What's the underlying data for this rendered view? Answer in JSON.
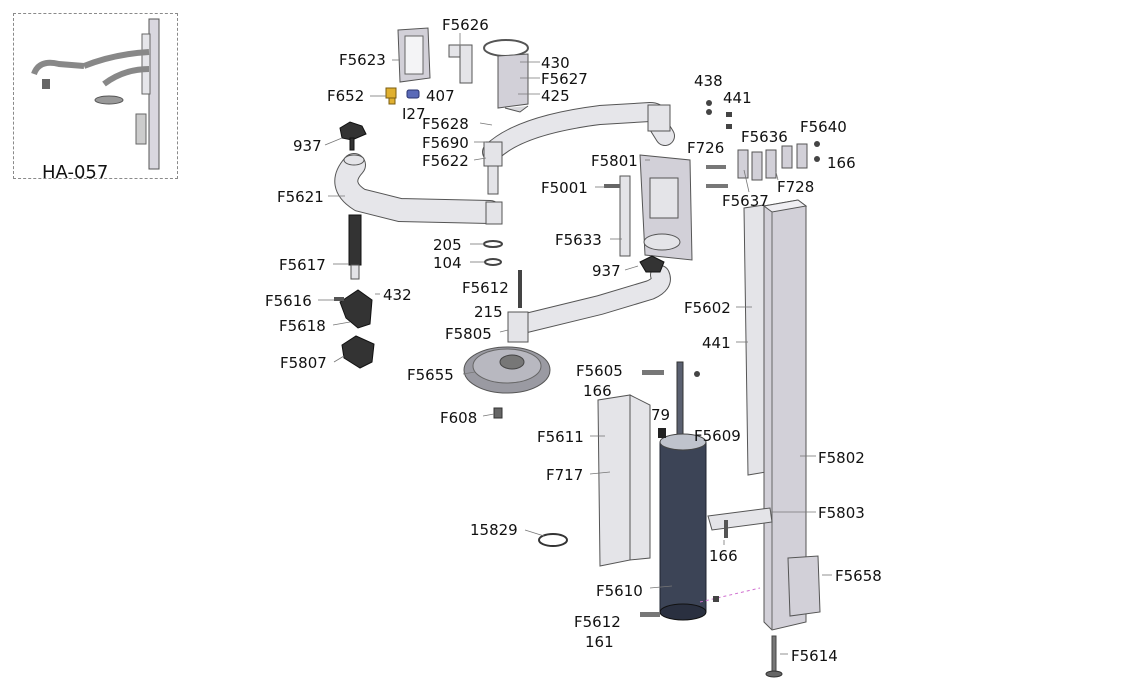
{
  "thumbnail": {
    "caption": "HA-057"
  },
  "labels": {
    "F5626": "F5626",
    "F5623": "F5623",
    "430": "430",
    "F5627": "F5627",
    "F652": "F652",
    "407": "407",
    "425": "425",
    "I27": "I27",
    "438": "438",
    "441a": "441",
    "F5628": "F5628",
    "F5690": "F5690",
    "937a": "937",
    "F5622": "F5622",
    "F5636": "F5636",
    "F5640": "F5640",
    "F726": "F726",
    "166a": "166",
    "F5801": "F5801",
    "F728": "F728",
    "F5001": "F5001",
    "F5637": "F5637",
    "F5621": "F5621",
    "F5633": "F5633",
    "205": "205",
    "104": "104",
    "937b": "937",
    "F5617": "F5617",
    "F5612a": "F5612",
    "F5616": "F5616",
    "432": "432",
    "215": "215",
    "F5602": "F5602",
    "F5618": "F5618",
    "F5805": "F5805",
    "441b": "441",
    "F5807": "F5807",
    "F5605": "F5605",
    "F5655": "F5655",
    "166b": "166",
    "79": "79",
    "F608": "F608",
    "F5609": "F5609",
    "F5611": "F5611",
    "F5802": "F5802",
    "F717": "F717",
    "F5803": "F5803",
    "15829": "15829",
    "166c": "166",
    "F5658": "F5658",
    "F5610": "F5610",
    "F5612b": "F5612",
    "161": "161",
    "F5614": "F5614"
  }
}
